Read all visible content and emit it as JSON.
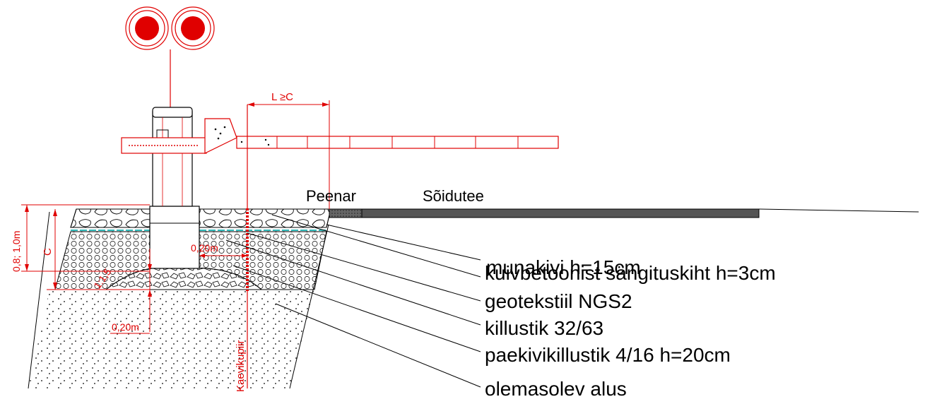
{
  "labels": {
    "shoulder": "Peenar",
    "roadway": "Sõidutee",
    "excavation_line": "Kaevikupiir",
    "dim_length": "L ≥C",
    "dim_depth": "C",
    "dim_depth_range": "0,8; 1,0m",
    "dim_side_offset": "0,20m",
    "dim_base_offset": "0,20m",
    "dim_slope": "1:1,5"
  },
  "layers": [
    "munakivi h=15cm",
    "kuivbetoonist sängituskiht h=3cm",
    "geotekstiil NGS2",
    "killustik 32/63",
    "paekivikillustik 4/16  h=20cm",
    "olemasolev alus"
  ],
  "colors": {
    "cad_red": "#e00000",
    "geotextile_cyan": "#2fb8b8",
    "road_surface": "#555555",
    "line_black": "#000000"
  }
}
